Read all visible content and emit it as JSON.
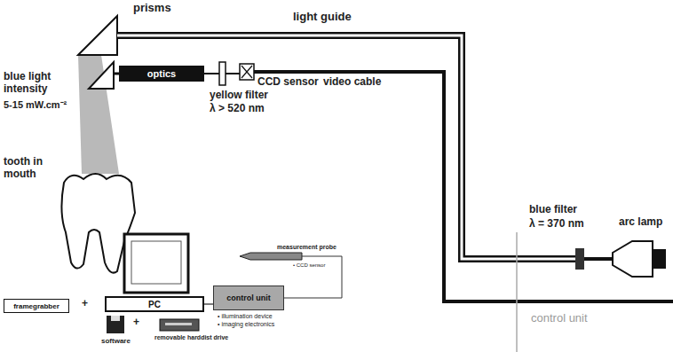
{
  "diagram": {
    "nodes": [
      {
        "text": [
          "optics"
        ]
      },
      {
        "text": [
          "framegrabber"
        ]
      },
      {
        "text": [
          "PC"
        ]
      },
      {
        "text": [
          "control unit",
          "• illumination device",
          "• imaging electronics"
        ]
      }
    ],
    "edges": [
      {
        "from": 2,
        "to": 3,
        "arrow": "none"
      }
    ],
    "labels": [
      "prisms",
      "light guide",
      "blue light intensity",
      "5-15 mW.cm⁻²",
      "tooth in mouth",
      "yellow filter",
      "λ > 520 nm",
      "CCD sensor",
      "video cable",
      "blue filter",
      "λ = 370 nm",
      "arc lamp",
      "control unit",
      "measurement probe",
      "• CCD sensor",
      "+",
      "+",
      "software",
      "removable harddist drive"
    ]
  }
}
